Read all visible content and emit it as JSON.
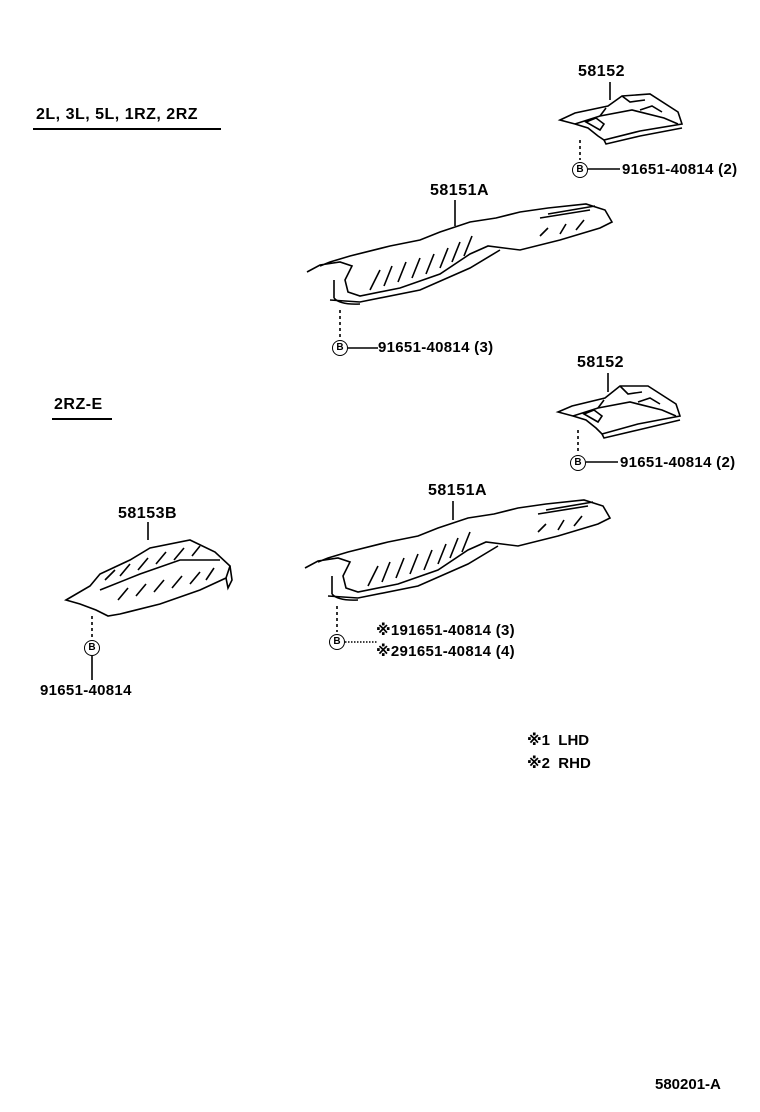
{
  "sections": {
    "top_heading": "2L, 3L, 5L, 1RZ, 2RZ",
    "mid_heading": "2RZ-E"
  },
  "parts": {
    "top_small_plate": {
      "part_no": "58152",
      "bolt_symbol": "B",
      "bolt_no": "91651-40814 (2)"
    },
    "top_main_plate": {
      "part_no": "58151A",
      "bolt_symbol": "B",
      "bolt_no": "91651-40814 (3)"
    },
    "mid_small_plate": {
      "part_no": "58152",
      "bolt_symbol": "B",
      "bolt_no": "91651-40814 (2)"
    },
    "left_plate": {
      "part_no": "58153B",
      "bolt_symbol": "B",
      "bolt_no": "91651-40814"
    },
    "bottom_main_plate": {
      "part_no": "58151A",
      "bolt_symbol": "B",
      "bolt_lhd_mark": "※1",
      "bolt_lhd": "91651-40814 (3)",
      "bolt_rhd_mark": "※2",
      "bolt_rhd": "91651-40814 (4)"
    }
  },
  "legend": [
    {
      "mark": "※1",
      "text": "LHD"
    },
    {
      "mark": "※2",
      "text": "RHD"
    }
  ],
  "figure_id": "580201-A"
}
